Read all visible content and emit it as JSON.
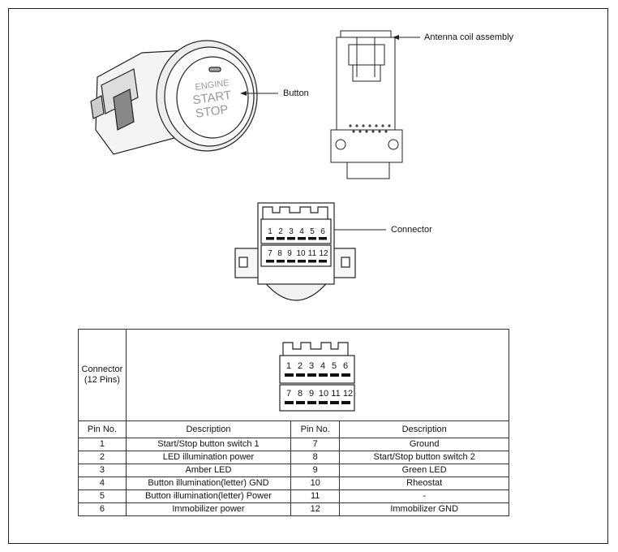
{
  "callouts": {
    "antenna": "Antenna coil assembly",
    "button": "Button",
    "connector": "Connector"
  },
  "button_face": {
    "line1": "ENGINE",
    "line2": "START",
    "line3": "STOP"
  },
  "connector_pins": {
    "top_row": [
      "1",
      "2",
      "3",
      "4",
      "5",
      "6"
    ],
    "bottom_row": [
      "7",
      "8",
      "9",
      "10",
      "11",
      "12"
    ]
  },
  "table": {
    "connector_label": "Connector\n(12 Pins)",
    "headers": [
      "Pin No.",
      "Description",
      "Pin No.",
      "Description"
    ],
    "rows": [
      {
        "pin_a": "1",
        "desc_a": "Start/Stop button switch 1",
        "pin_b": "7",
        "desc_b": "Ground"
      },
      {
        "pin_a": "2",
        "desc_a": "LED illumination power",
        "pin_b": "8",
        "desc_b": "Start/Stop button switch 2"
      },
      {
        "pin_a": "3",
        "desc_a": "Amber LED",
        "pin_b": "9",
        "desc_b": "Green LED"
      },
      {
        "pin_a": "4",
        "desc_a": "Button illumination(letter) GND",
        "pin_b": "10",
        "desc_b": "Rheostat"
      },
      {
        "pin_a": "5",
        "desc_a": "Button illumination(letter) Power",
        "pin_b": "11",
        "desc_b": "-"
      },
      {
        "pin_a": "6",
        "desc_a": "Immobilizer power",
        "pin_b": "12",
        "desc_b": "Immobilizer GND"
      }
    ]
  }
}
